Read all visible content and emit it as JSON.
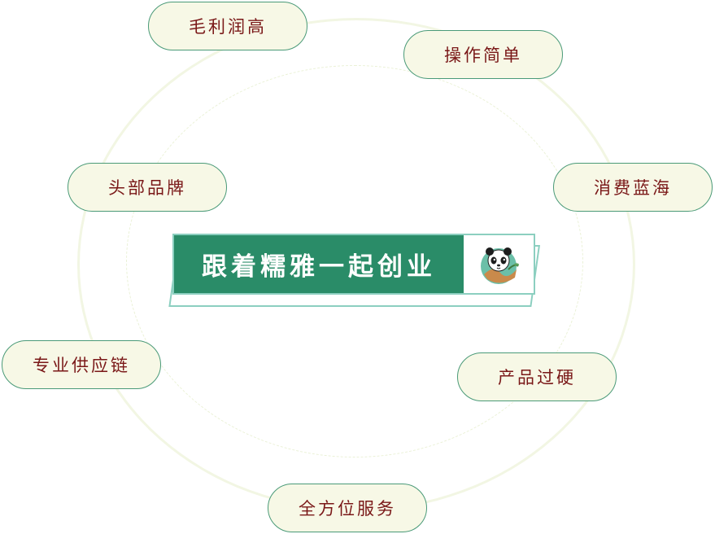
{
  "center_banner": {
    "title": "跟着糯雅一起创业"
  },
  "features": [
    {
      "label": "毛利润高"
    },
    {
      "label": "操作简单"
    },
    {
      "label": "头部品牌"
    },
    {
      "label": "消费蓝海"
    },
    {
      "label": "专业供应链"
    },
    {
      "label": "产品过硬"
    },
    {
      "label": "全方位服务"
    }
  ],
  "colors": {
    "pill_border": "#4a9a78",
    "pill_fill": "#f7f8e6",
    "pill_text": "#7a1818",
    "banner_green": "#2a8c68",
    "banner_outline": "#8ccfc0",
    "ring": "#f2f6e3"
  },
  "icons": {
    "logo": "panda-mascot-icon"
  }
}
